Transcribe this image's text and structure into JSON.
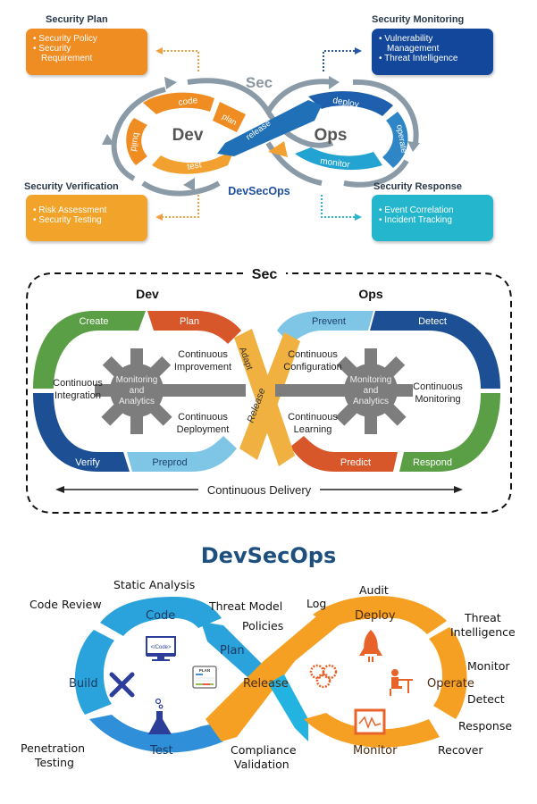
{
  "diagram1": {
    "center_top": "Sec",
    "dev_label": "Dev",
    "ops_label": "Ops",
    "bottom_title": "DevSecOps",
    "dev_steps": [
      "code",
      "plan",
      "build",
      "test"
    ],
    "ops_steps": [
      "deploy",
      "operate",
      "monitor"
    ],
    "release": "release",
    "boxes": {
      "plan": {
        "title": "Security Plan",
        "items": [
          "Security Policy",
          "Security",
          "Requirement"
        ],
        "color": "#ef8c22"
      },
      "monitoring": {
        "title": "Security Monitoring",
        "items": [
          "Vulnerability",
          "Management",
          "Threat Intelligence"
        ],
        "color": "#12479b"
      },
      "verification": {
        "title": "Security Verification",
        "items": [
          "Risk Assessment",
          "Security Testing"
        ],
        "color": "#f2a42a"
      },
      "response": {
        "title": "Security Response",
        "items": [
          "Event Correlation",
          "Incident Tracking"
        ],
        "color": "#23b6cc"
      }
    },
    "bullet": "•"
  },
  "diagram2": {
    "sec": "Sec",
    "dev": "Dev",
    "ops": "Ops",
    "segments": {
      "create": "Create",
      "plan": "Plan",
      "adapt": "Adapt",
      "release": "Release",
      "prevent": "Prevent",
      "detect": "Detect",
      "verify": "Verify",
      "preprod": "Preprod",
      "predict": "Predict",
      "respond": "Respond"
    },
    "inner": {
      "ci1": "Continuous",
      "ci2": "Integration",
      "cim1": "Continuous",
      "cim2": "Improvement",
      "cd1": "Continuous",
      "cd2": "Deployment",
      "cc1": "Continuous",
      "cc2": "Configuration",
      "cl1": "Continuous",
      "cl2": "Learning",
      "cm1": "Continuous",
      "cm2": "Monitoring"
    },
    "gear": {
      "l1": "Monitoring",
      "l2": "and",
      "l3": "Analytics"
    },
    "delivery": "Continuous Delivery",
    "colors": {
      "green": "#5a9e45",
      "orange": "#d8572a",
      "yellow": "#f0b140",
      "lightblue": "#7fc6e6",
      "darkblue": "#1c4f93",
      "gray": "#7d7d7d"
    }
  },
  "diagram3": {
    "title": "DevSecOps",
    "left_loop": {
      "code": "Code",
      "plan": "Plan",
      "build": "Build",
      "test": "Test"
    },
    "right_loop": {
      "deploy": "Deploy",
      "operate": "Operate",
      "monitor": "Monitor",
      "release": "Release"
    },
    "labels": {
      "static_analysis": "Static Analysis",
      "code_review": "Code Review",
      "threat_model": "Threat Model",
      "policies": "Policies",
      "log": "Log",
      "audit": "Audit",
      "threat_intel_1": "Threat",
      "threat_intel_2": "Intelligence",
      "monitor": "Monitor",
      "detect": "Detect",
      "response": "Response",
      "recover": "Recover",
      "pentest_1": "Penetration",
      "pentest_2": "Testing",
      "compliance_1": "Compliance",
      "compliance_2": "Validation"
    },
    "icons": {
      "code_screen": "</Code>",
      "plan_sheet": "PLAN"
    },
    "colors": {
      "blue": "#2aa3dc",
      "orange": "#f5a023",
      "title": "#1d4f7f",
      "icon_blue": "#2c3d9a",
      "icon_orange": "#e8632a"
    }
  }
}
